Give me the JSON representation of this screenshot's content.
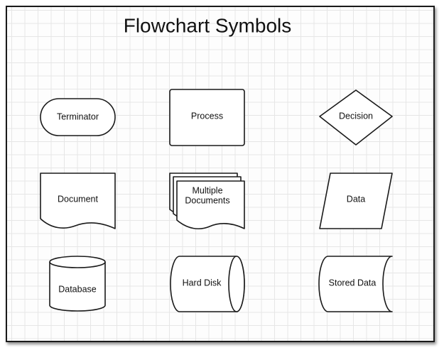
{
  "title": "Flowchart Symbols",
  "symbols": {
    "terminator": "Terminator",
    "process": "Process",
    "decision": "Decision",
    "document": "Document",
    "multiple_documents": [
      "Multiple",
      "Documents"
    ],
    "data": "Data",
    "database": "Database",
    "hard_disk": "Hard Disk",
    "stored_data": "Stored Data"
  },
  "colors": {
    "stroke": "#1a1a1a",
    "fill": "#ffffff",
    "grid": "#e6e6e6"
  }
}
